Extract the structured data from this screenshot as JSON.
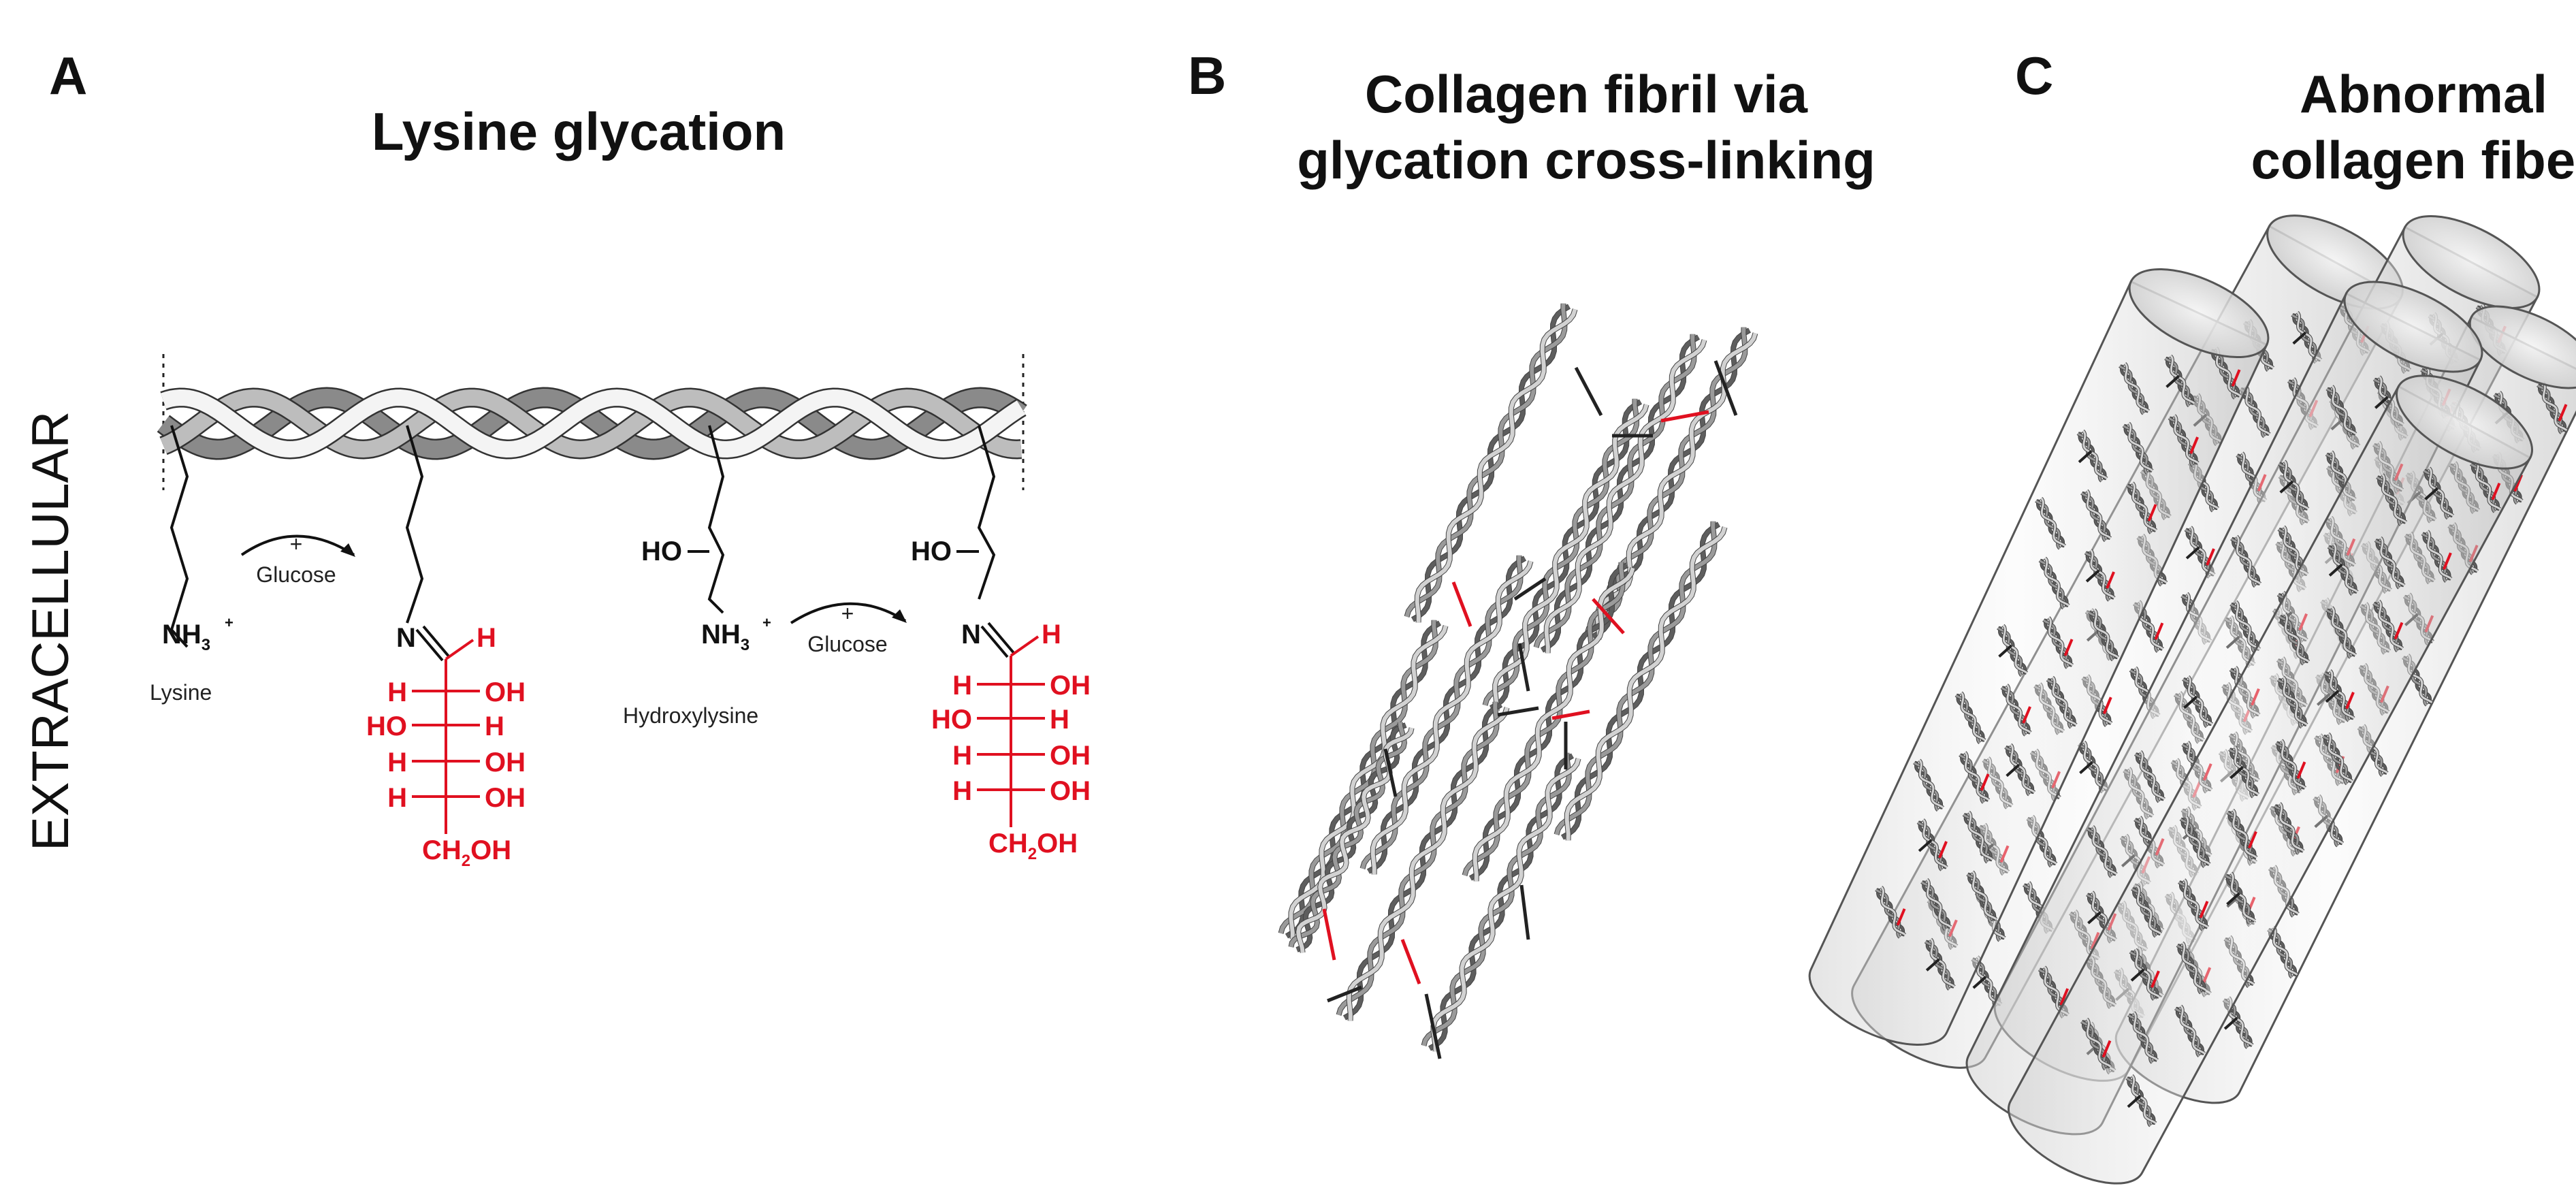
{
  "colors": {
    "accent_red": "#e01020",
    "ink": "#111111",
    "helix_dark": "#707070",
    "helix_light": "#f4f4f4"
  },
  "panel_a": {
    "letter": "A",
    "title": "Lysine glycation",
    "side_label": "EXTRACELLULAR",
    "lysine": {
      "amine": "NH",
      "sub": "3",
      "sup": "+",
      "name": "Lysine"
    },
    "arrow1": {
      "plus": "+",
      "reagent": "Glucose"
    },
    "glycated1": {
      "n": "N",
      "h_top": "H",
      "rows": [
        {
          "left": "H",
          "right": "OH"
        },
        {
          "left": "HO",
          "right": "H"
        },
        {
          "left": "H",
          "right": "OH"
        },
        {
          "left": "H",
          "right": "OH"
        }
      ],
      "terminal": "CH",
      "terminal_sub": "2",
      "terminal_end": "OH"
    },
    "hydroxylysine": {
      "ho": "HO",
      "amine": "NH",
      "sub": "3",
      "sup": "+",
      "name": "Hydroxylysine"
    },
    "arrow2": {
      "plus": "+",
      "reagent": "Glucose"
    },
    "glycated2": {
      "ho": "HO",
      "n": "N",
      "h_top": "H",
      "rows": [
        {
          "left": "H",
          "right": "OH"
        },
        {
          "left": "HO",
          "right": "H"
        },
        {
          "left": "H",
          "right": "OH"
        },
        {
          "left": "H",
          "right": "OH"
        }
      ],
      "terminal": "CH",
      "terminal_sub": "2",
      "terminal_end": "OH"
    }
  },
  "panel_b": {
    "letter": "B",
    "title_line1": "Collagen fibril via",
    "title_line2": "glycation cross-linking"
  },
  "panel_c": {
    "letter": "C",
    "title_line1": "Abnormal",
    "title_line2": "collagen fiber"
  }
}
